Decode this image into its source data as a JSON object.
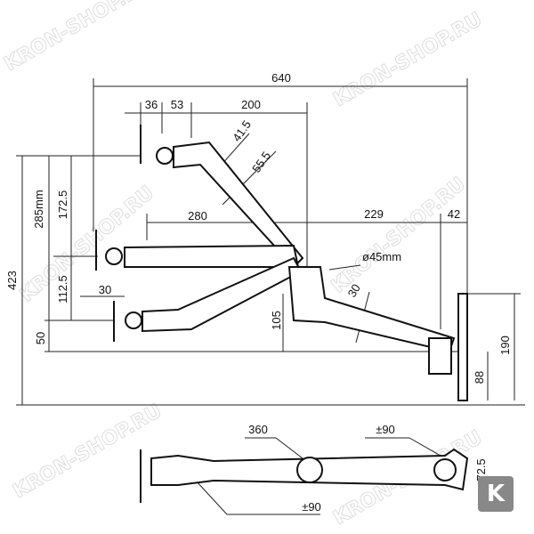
{
  "watermark": "KRON-SHOP.RU",
  "logo_letter": "K",
  "side_view": {
    "total_width": "640",
    "top_dims": [
      "36",
      "53",
      "200"
    ],
    "arm_dims": [
      "41.5",
      "55.5"
    ],
    "reach_left": "280",
    "reach_mid": "229",
    "reach_right": "42",
    "pole_diameter": "ø45mm",
    "arm_angle": "30",
    "height_total": "423",
    "height_285": "285mm",
    "height_172": "172.5",
    "height_112": "112.5",
    "height_50": "50",
    "tilt_offset": "30",
    "height_105": "105",
    "plate_height": "190",
    "plate_low": "88"
  },
  "top_view": {
    "rotation_mid": "360",
    "rotation_wall": "±90",
    "rotation_head": "±90",
    "width": "72.5"
  }
}
